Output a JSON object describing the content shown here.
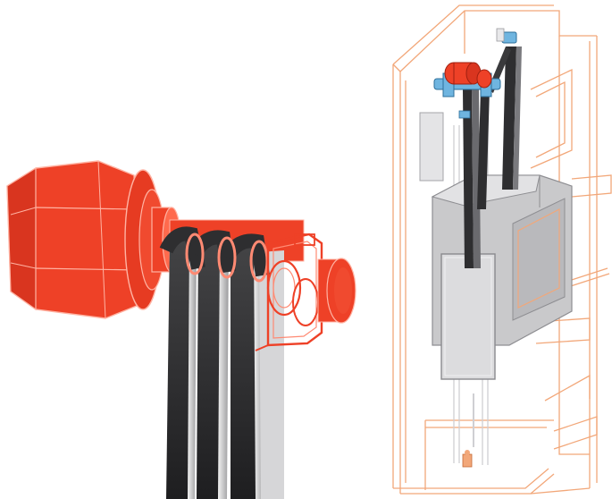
{
  "figure": {
    "subjects": [
      "traction-machine-detail",
      "elevator-shaft-assembly"
    ],
    "text_labels": []
  },
  "colors": {
    "background": "#ffffff",
    "motor_red": "#ee4127",
    "motor_red_dark": "#c7301c",
    "motor_highlight": "#ff8a73",
    "belt_dark": "#2e2e30",
    "belt_light": "#e8e8e8",
    "shaft_outline": "#f2a779",
    "car_gray": "#c9c9cb",
    "counterweight_gray": "#dcdcde",
    "guide_blue": "#6fb5e0"
  },
  "belts": {
    "count": 3
  }
}
